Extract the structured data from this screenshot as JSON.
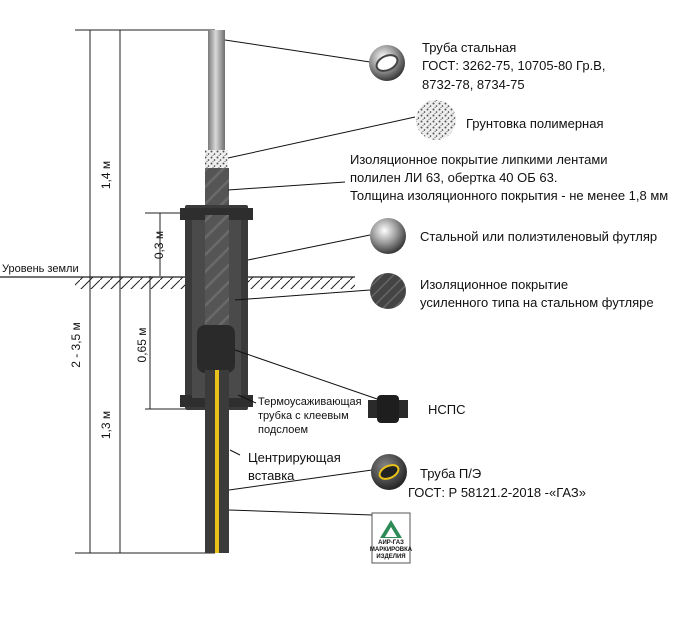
{
  "dimensions": {
    "d1": "1,4 м",
    "d2": "0,3 м",
    "d3": "2 - 3,5 м",
    "d4": "0,65 м",
    "d5": "1,3 м"
  },
  "ground_label": "Уровень земли",
  "callouts": {
    "steel_pipe": [
      "Труба стальная",
      "ГОСТ: 3262-75, 10705-80 Гр.В,",
      "8732-78, 8734-75"
    ],
    "primer": "Грунтовка полимерная",
    "insulation": [
      "Изоляционное покрытие липкими лентами",
      "полилен ЛИ 63, обертка 40 ОБ 63.",
      "Толщина изоляционного покрытия - не менее 1,8 мм"
    ],
    "casing": "Стальной или полиэтиленовый футляр",
    "reinforced": [
      "Изоляционное покрытие",
      "усиленного типа на стальном футляре"
    ],
    "nsps": "НСПС",
    "shrink_tube": [
      "Термоусаживающая",
      "трубка с клеевым",
      "подслоем"
    ],
    "centering": [
      "Центрирующая",
      "вставка"
    ],
    "pe_pipe": [
      "Труба П/Э",
      "ГОСТ: Р 58121.2-2018 -«ГАЗ»"
    ]
  },
  "logo": {
    "brand": "АИР-ГАЗ",
    "caption": [
      "МАРКИРОВКА",
      "ИЗДЕЛИЯ"
    ]
  },
  "colors": {
    "steel": "#9a9a9a",
    "insulation": "#4a4a4a",
    "casing": "#3a3a3a",
    "pe_stripe": "#e8c21a",
    "logo_green": "#2e8b57"
  }
}
